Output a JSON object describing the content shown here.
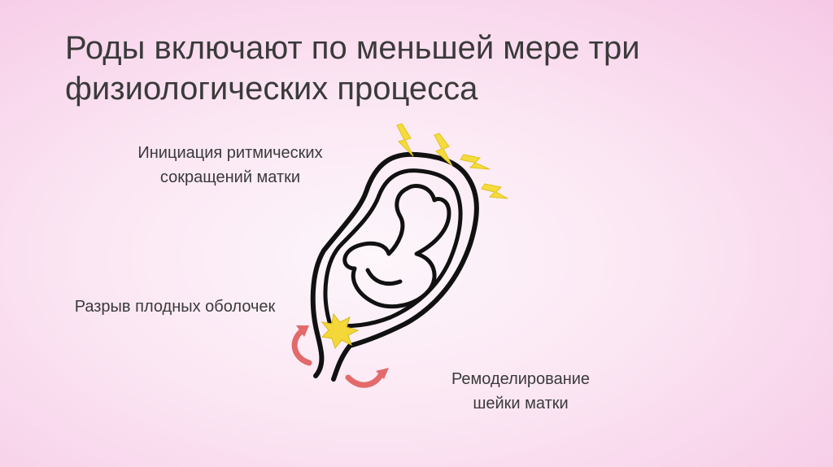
{
  "slide": {
    "title_lines": [
      "Роды включают по меньшей мере три",
      "физиологических процесса"
    ],
    "labels": {
      "initiation": [
        "Инициация ритмических",
        "сокращений матки"
      ],
      "rupture": [
        "Разрыв плодных оболочек"
      ],
      "remodeling": [
        "Ремоделирование",
        "шейки матки"
      ]
    }
  },
  "colors": {
    "outline": "#111111",
    "lightning": "#f5dc3c",
    "burst": "#f4d83a",
    "arrows": "#e26a6a",
    "background_center": "#fdf6fb",
    "background_edge": "#f6c9e6"
  },
  "icons": {
    "contractions": "lightning-bolt-icon",
    "rupture": "burst-icon",
    "cervix": "curved-arrow-icon",
    "anatomy": "uterus-with-fetus-icon"
  }
}
